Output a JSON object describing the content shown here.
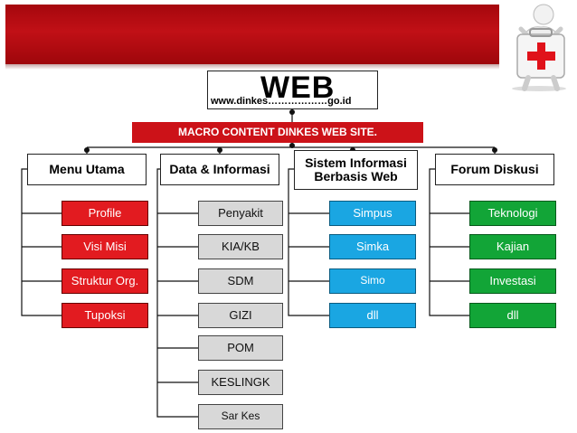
{
  "web": {
    "title": "WEB",
    "url": "www.dinkes………………go.id"
  },
  "macro_label": "MACRO CONTENT DINKES WEB SITE.",
  "columns": [
    {
      "header": "Menu Utama",
      "color": "#e21b20",
      "items": [
        "Profile",
        "Visi Misi",
        "Struktur Org.",
        "Tupoksi"
      ]
    },
    {
      "header": "Data & Informasi",
      "color": "#d8d8d8",
      "items": [
        "Penyakit",
        "KIA/KB",
        "SDM",
        "GIZI",
        "POM",
        "KESLINGK",
        "Sar Kes"
      ]
    },
    {
      "header": "Sistem Informasi Berbasis Web",
      "color": "#1aa6e2",
      "items": [
        "Simpus",
        "Simka",
        "Simo",
        "dll"
      ]
    },
    {
      "header": "Forum Diskusi",
      "color": "#12a537",
      "items": [
        "Teknologi",
        "Kajian",
        "Investasi",
        "dll"
      ]
    }
  ],
  "icons": {
    "logo": "first-aid-kit-figure-icon"
  },
  "colors": {
    "banner": "#c11016",
    "macro": "#cc1218"
  }
}
